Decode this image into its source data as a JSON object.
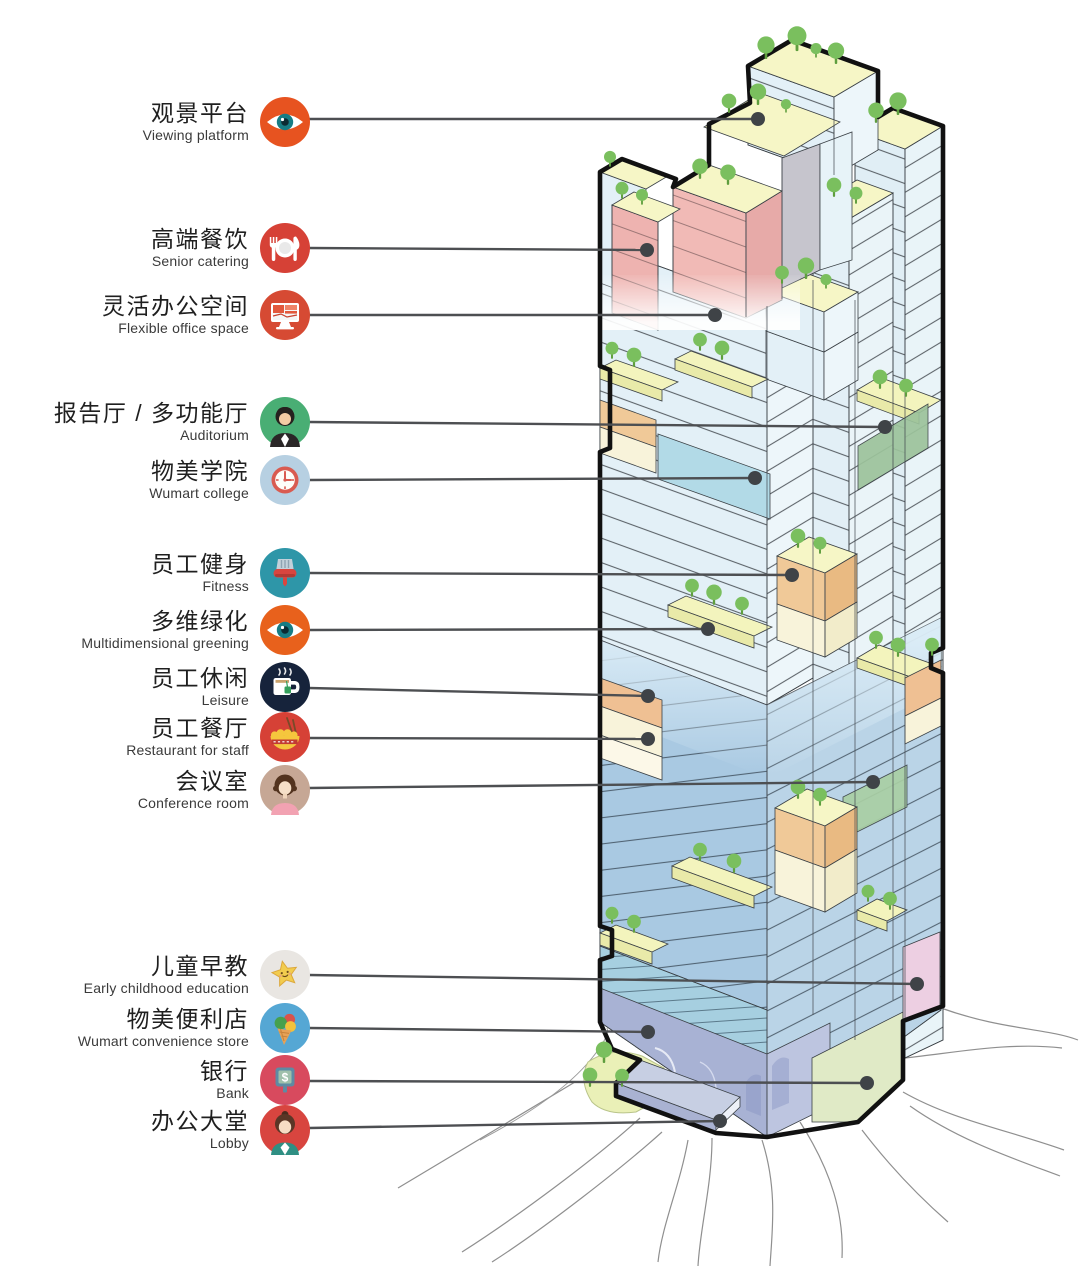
{
  "legend": {
    "items": [
      {
        "zh": "观景平台",
        "en": "Viewing platform",
        "icon": "eye-icon",
        "color": "#e75320"
      },
      {
        "zh": "高端餐饮",
        "en": "Senior catering",
        "icon": "dining-plate-icon",
        "color": "#d64136"
      },
      {
        "zh": "灵活办公空间",
        "en": "Flexible office space",
        "icon": "computer-icon",
        "color": "#d64a33"
      },
      {
        "zh": "报告厅 / 多功能厅",
        "en": "Auditorium",
        "icon": "presenter-person-icon",
        "color": "#49ae74"
      },
      {
        "zh": "物美学院",
        "en": "Wumart college",
        "icon": "clock-icon",
        "color": "#b7d0e2"
      },
      {
        "zh": "员工健身",
        "en": "Fitness",
        "icon": "pushpin-icon",
        "color": "#2e96a8"
      },
      {
        "zh": "多维绿化",
        "en": "Multidimensional greening",
        "icon": "eye-icon",
        "color": "#e8611c"
      },
      {
        "zh": "员工休闲",
        "en": "Leisure",
        "icon": "tea-cup-icon",
        "color": "#16233b"
      },
      {
        "zh": "员工餐厅",
        "en": "Restaurant for staff",
        "icon": "noodle-bowl-icon",
        "color": "#d64136"
      },
      {
        "zh": "会议室",
        "en": "Conference room",
        "icon": "woman-icon",
        "color": "#c6a795"
      },
      {
        "zh": "儿童早教",
        "en": "Early childhood education",
        "icon": "star-icon",
        "color": "#e9e6e2"
      },
      {
        "zh": "物美便利店",
        "en": "Wumart convenience store",
        "icon": "ice-cream-icon",
        "color": "#55a7d4"
      },
      {
        "zh": "银行",
        "en": "Bank",
        "icon": "dollar-sign-icon",
        "color": "#d84a5e"
      },
      {
        "zh": "办公大堂",
        "en": "Lobby",
        "icon": "receptionist-icon",
        "color": "#d8453f"
      }
    ]
  },
  "building": {
    "type": "isometric tower function diagram",
    "palette": {
      "office_floor": "#e3f0f7",
      "staff_floor": "#a9c9e2",
      "roof_garden": "#f6f6c6",
      "tree": "#7abf5e",
      "catering_pink": "#f1bab6",
      "accent_orange": "#f0c998",
      "accent_cream": "#f8f3da",
      "college_band": "#b2dae7",
      "auditorium_band": "#9cc39b",
      "conference_band": "#a9cfa4",
      "lobby_base": "#a8b2d4",
      "bank_face": "#e0eac6",
      "education_face": "#edcfe2",
      "outline": "#111111",
      "callout": "#4d4f52"
    }
  }
}
